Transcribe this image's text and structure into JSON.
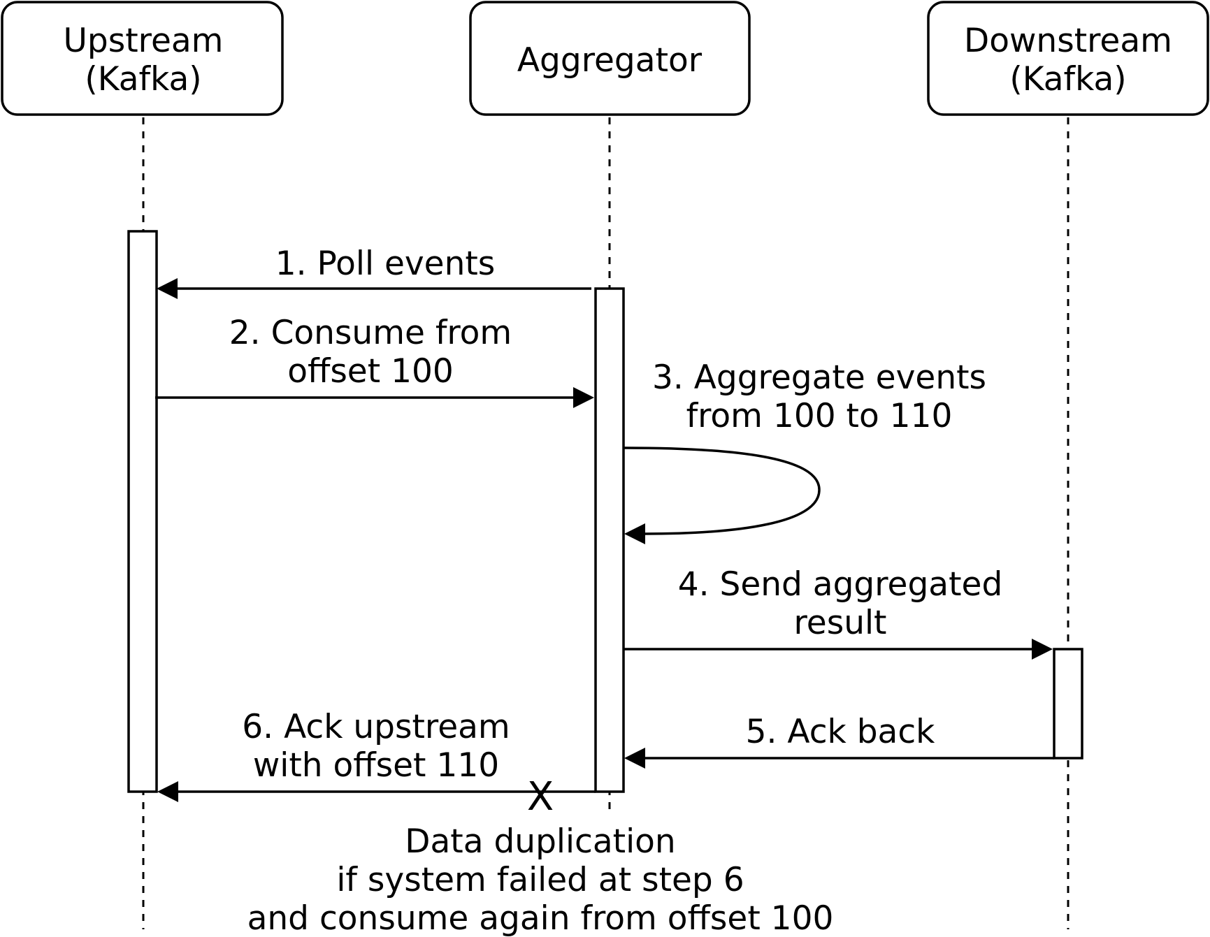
{
  "participants": {
    "upstream": {
      "line1": "Upstream",
      "line2": "(Kafka)"
    },
    "aggregator": {
      "line1": "Aggregator"
    },
    "downstream": {
      "line1": "Downstream",
      "line2": "(Kafka)"
    }
  },
  "messages": {
    "step1": {
      "line1": "1. Poll events"
    },
    "step2": {
      "line1": "2. Consume from",
      "line2": "offset 100"
    },
    "step3": {
      "line1": "3. Aggregate events",
      "line2": "from 100 to 110"
    },
    "step4": {
      "line1": "4. Send aggregated",
      "line2": "result"
    },
    "step5": {
      "line1": "5. Ack back"
    },
    "step6": {
      "line1": "6. Ack upstream",
      "line2": "with offset 110"
    }
  },
  "failure": {
    "marker": "X",
    "line1": "Data duplication",
    "line2": "if system failed at step 6",
    "line3": "and consume again from offset 100"
  }
}
